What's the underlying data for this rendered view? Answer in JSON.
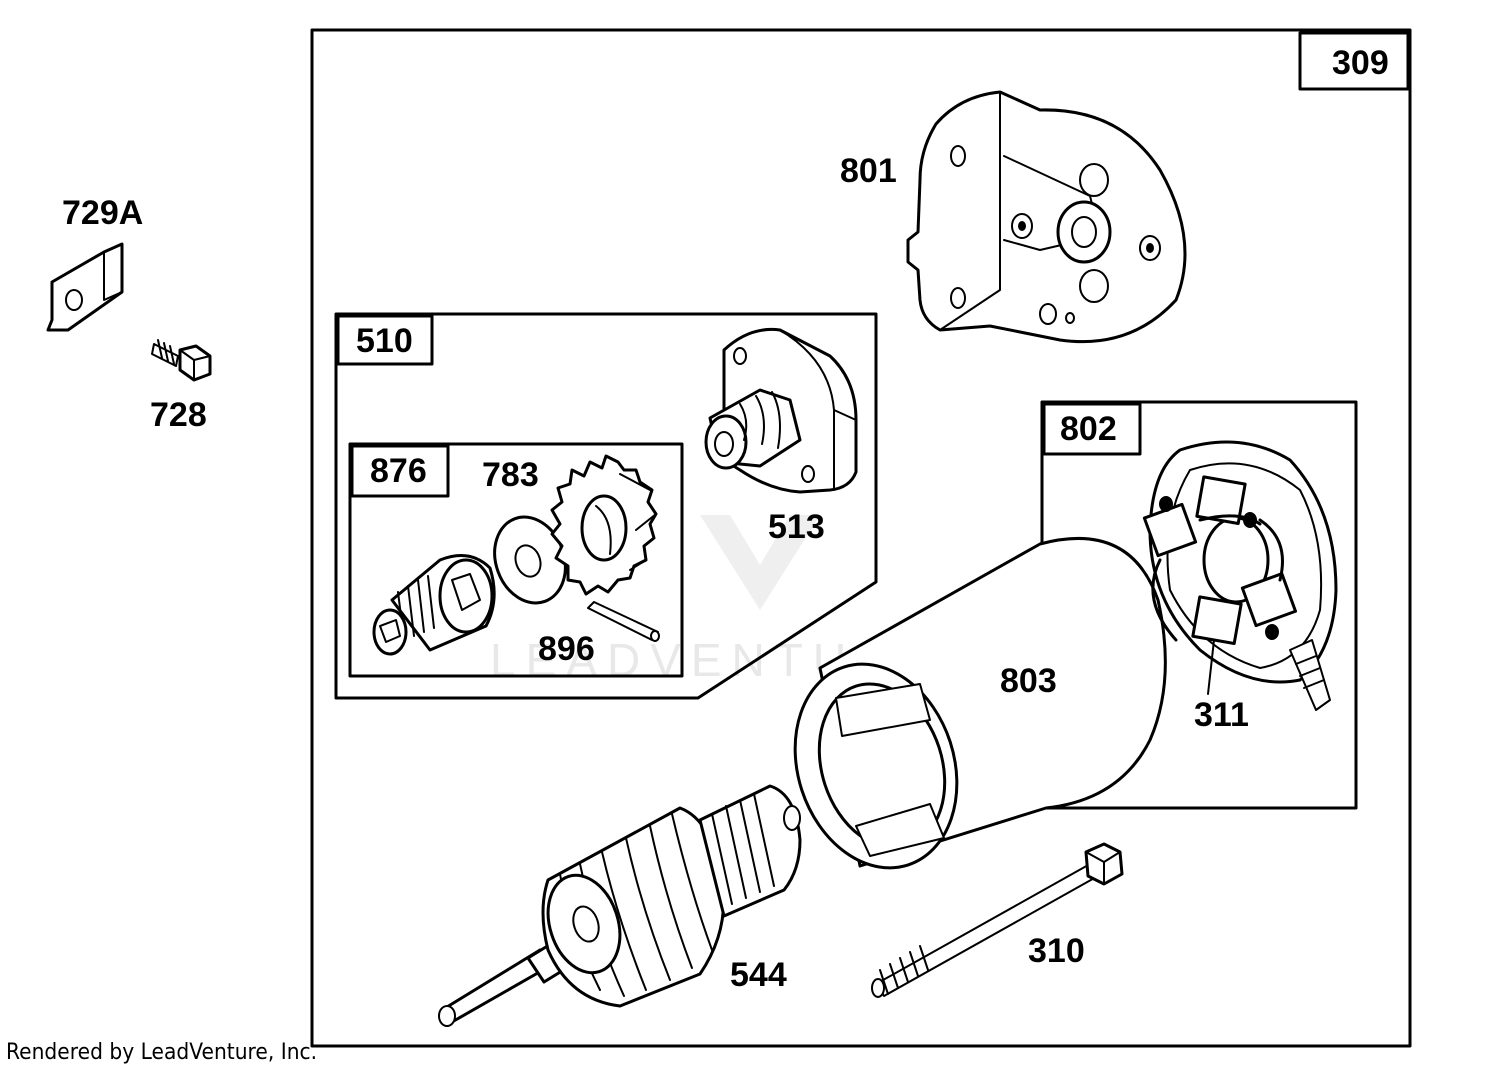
{
  "diagram": {
    "assemblies": {
      "starter": "309",
      "drive_kit": "510",
      "pinion_kit": "876",
      "end_cap": "802"
    },
    "parts": {
      "bracket": "729A",
      "screw": "728",
      "drive_end_cap": "801",
      "drive_housing": "513",
      "pinion_gear": "783",
      "roll_pin": "896",
      "housing": "803",
      "brush_set": "311",
      "armature": "544",
      "thru_bolt": "310"
    },
    "watermark": "LEADVENTURE"
  },
  "footer": {
    "credit": "Rendered by LeadVenture, Inc."
  }
}
